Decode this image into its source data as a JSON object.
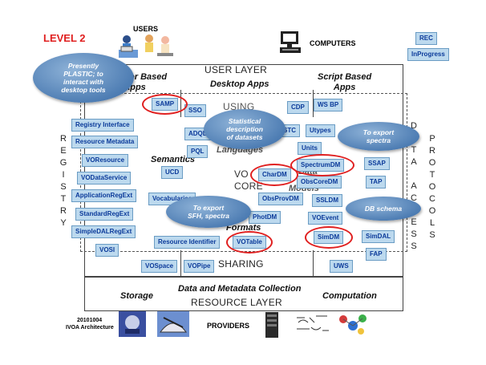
{
  "header": {
    "level": "LEVEL 2",
    "users": "USERS",
    "computers": "COMPUTERS",
    "rec": "REC",
    "in_progress": "InProgress"
  },
  "layers": {
    "user": "USER LAYER",
    "using": "USING",
    "vo_core": "VO\nCORE",
    "sharing": "SHARING",
    "resource": "RESOURCE LAYER",
    "data_collection": "Data and Metadata Collection",
    "storage": "Storage",
    "computation": "Computation"
  },
  "sections": {
    "browser_apps": "Browser Based\nApps",
    "desktop_apps": "Desktop Apps",
    "script_apps": "Script Based\nApps",
    "semantics": "Semantics",
    "formats": "Formats",
    "languages": "Languages",
    "models": "Models",
    "data": "Data"
  },
  "side_labels": {
    "registry": "REGISTRY",
    "data_access": "DATA ACCESS",
    "protocols": "PROTOCOLS"
  },
  "standards": {
    "samp": "SAMP",
    "sso": "SSO",
    "cdp": "CDP",
    "ws_bp": "WS BP",
    "stc": "STC",
    "utypes": "Utypes",
    "units": "Units",
    "adql": "ADQL",
    "pql": "PQL",
    "ucd": "UCD",
    "vocabularies": "Vocabularies",
    "chardm": "CharDM",
    "spectrumdm": "SpectrumDM",
    "obscoredm": "ObsCoreDM",
    "obsprovdm": "ObsProvDM",
    "ssldm": "SSLDM",
    "photdm": "PhotDM",
    "voevent": "VOEvent",
    "simdm": "SimDM",
    "resource_identifier": "Resource Identifier",
    "votable": "VOTable",
    "vospace": "VOSpace",
    "vopipe": "VOPipe",
    "uws": "UWS",
    "registry_interface": "Registry Interface",
    "resource_metadata": "Resource Metadata",
    "voresource": "VOResource",
    "vodataservice": "VODataService",
    "applicationregext": "ApplicationRegExt",
    "standardregext": "StandardRegExt",
    "simpledalregext": "SimpleDALRegExt",
    "vosi": "VOSI",
    "ssap": "SSAP",
    "tap": "TAP",
    "simdal": "SimDAL",
    "fap": "FAP"
  },
  "bubbles": {
    "plastic": "Presently\nPLASTIC; to\ninteract with\ndesktop tools",
    "statistical": "Statistical\ndescription\nof datasets",
    "export_spectra": "To export\nspectra",
    "export_sfh": "To export\nSFH, spectra",
    "db_schema": "DB schema"
  },
  "footer": {
    "date": "20101004",
    "architecture": "IVOA Architecture",
    "providers": "PROVIDERS"
  },
  "colors": {
    "standard_fill": "#bcd9ee",
    "standard_text": "#0b3a9a",
    "highlight_ring": "#e02020",
    "bubble": "#5a86bb",
    "level_title": "#e02020"
  }
}
